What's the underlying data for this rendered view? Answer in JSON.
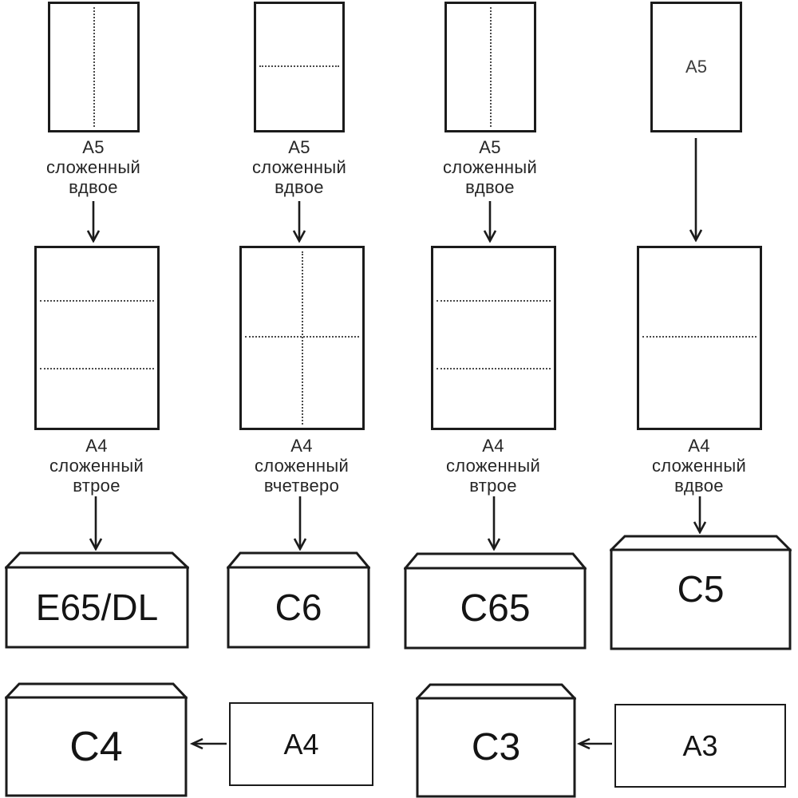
{
  "colors": {
    "ink": "#1b1b1b",
    "label_text": "#262626",
    "paper": "#ffffff",
    "c4_body": "#f59a9c",
    "c4_flap": "#f8b1ae"
  },
  "row1": [
    {
      "caption": [
        "A5",
        "сложенный",
        "вдвое"
      ]
    },
    {
      "caption": [
        "A5",
        "сложенный",
        "вдвое"
      ]
    },
    {
      "caption": [
        "A5",
        "сложенный",
        "вдвое"
      ]
    },
    {
      "sheet_label": "A5"
    }
  ],
  "row2": [
    {
      "caption": [
        "A4",
        "сложенный",
        "втрое"
      ]
    },
    {
      "caption": [
        "A4",
        "сложенный",
        "вчетверо"
      ]
    },
    {
      "caption": [
        "A4",
        "сложенный",
        "втрое"
      ]
    },
    {
      "caption": [
        "A4",
        "сложенный",
        "вдвое"
      ]
    }
  ],
  "envelopes": [
    {
      "label": "E65/DL"
    },
    {
      "label": "C6"
    },
    {
      "label": "C65"
    },
    {
      "label": "C5"
    }
  ],
  "bottom": {
    "c4_label": "C4",
    "a4_label": "A4",
    "c3_label": "C3",
    "a3_label": "A3"
  }
}
